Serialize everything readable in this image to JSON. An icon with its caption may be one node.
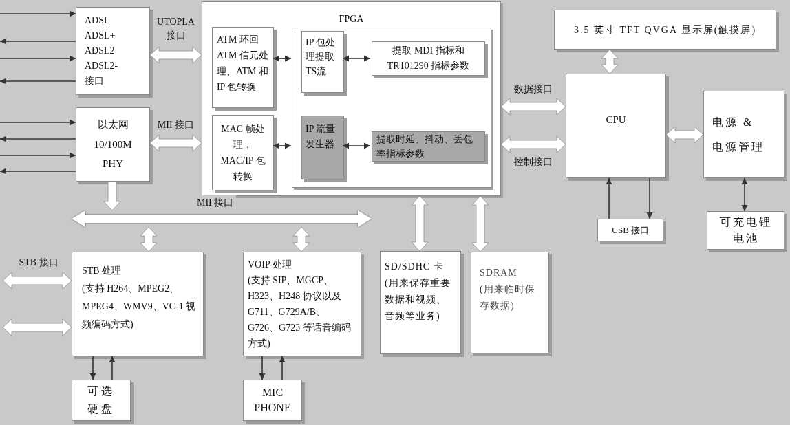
{
  "diagram": {
    "nodes": [
      {
        "text": [
          "ADSL",
          "ADSL+",
          "ADSL2",
          "ADSL2-",
          "接口"
        ]
      },
      {
        "text": [
          "以太网",
          "10/100M",
          "PHY"
        ]
      },
      {
        "text": [
          "FPGA"
        ]
      },
      {
        "text": [
          "ATM 环回ATM 信元处理、ATM 和 IP 包转换"
        ],
        "in": 2
      },
      {
        "text": [
          "MAC 帧处理，MAC/IP 包转换"
        ],
        "in": 2
      },
      {
        "text": [],
        "shape": "box",
        "in": 2
      },
      {
        "text": [
          "IP 包处理提取TS流"
        ],
        "in": 5
      },
      {
        "text": [
          "提取 MDI 指标和TR101290 指标参数"
        ],
        "in": 5
      },
      {
        "text": [
          "IP 流量发生器"
        ],
        "in": 5
      },
      {
        "text": [
          "提取时延、抖动、丢包率指标参数"
        ],
        "in": 5
      },
      {
        "text": [
          "3.5 英寸 TFT QVGA 显示屏(触摸屏)"
        ]
      },
      {
        "text": [
          "CPU"
        ]
      },
      {
        "text": [
          "电源 &",
          "电源管理"
        ]
      },
      {
        "text": [
          "USB 接口"
        ]
      },
      {
        "text": [
          "可充电锂电池"
        ]
      },
      {
        "text": [
          "STB 处理",
          "(支持 H264、MPEG2、MPEG4、WMV9、VC-1 视频编码方式)"
        ]
      },
      {
        "text": [
          "VOIP 处理",
          "(支持 SIP、MGCP、H323、H248 协议以及G711、G729A/B、G726、G723 等话音编码方式)"
        ]
      },
      {
        "text": [
          "SD/SDHC 卡(用来保存重要数据和视频、音频等业务)"
        ]
      },
      {
        "text": [
          "SDRAM",
          "(用来临时保存数据)"
        ]
      },
      {
        "text": [
          "可选硬盘"
        ]
      },
      {
        "text": [
          "MIC PHONE"
        ]
      },
      {
        "text": [],
        "shape": "bar",
        "beside": [
          "MII 接口"
        ]
      }
    ],
    "edges": [
      {
        "from": null,
        "to": 0,
        "arrow": "to"
      },
      {
        "from": 0,
        "to": null,
        "arrow": "to"
      },
      {
        "from": null,
        "to": 0,
        "arrow": "to"
      },
      {
        "from": 0,
        "to": null,
        "arrow": "to"
      },
      {
        "from": null,
        "to": 1,
        "arrow": "to"
      },
      {
        "from": 1,
        "to": null,
        "arrow": "to"
      },
      {
        "from": null,
        "to": 1,
        "arrow": "to"
      },
      {
        "from": 1,
        "to": null,
        "arrow": "to"
      },
      {
        "from": 0,
        "to": 2,
        "arrow": "both",
        "label": "UTOPLA 接口",
        "style": "thick",
        "color": "#ffffff"
      },
      {
        "from": 1,
        "to": 2,
        "arrow": "both",
        "label": "MII 接口",
        "style": "thick",
        "color": "#ffffff"
      },
      {
        "from": 3,
        "to": 5,
        "arrow": "both"
      },
      {
        "from": 4,
        "to": 5,
        "arrow": "both"
      },
      {
        "from": 6,
        "to": 7,
        "arrow": "both"
      },
      {
        "from": 8,
        "to": 9,
        "arrow": "both"
      },
      {
        "from": 1,
        "to": 21,
        "arrow": "to",
        "style": "thick",
        "color": "#ffffff"
      },
      {
        "from": 21,
        "to": 15,
        "arrow": "both",
        "style": "thick",
        "color": "#ffffff"
      },
      {
        "from": 21,
        "to": 16,
        "arrow": "both",
        "style": "thick",
        "color": "#ffffff"
      },
      {
        "from": null,
        "to": 15,
        "arrow": "both",
        "label": "STB 接口",
        "style": "thick",
        "color": "#ffffff"
      },
      {
        "from": null,
        "to": 15,
        "arrow": "both",
        "style": "thick",
        "color": "#ffffff"
      },
      {
        "from": 2,
        "to": 17,
        "arrow": "both",
        "style": "thick",
        "color": "#ffffff"
      },
      {
        "from": 2,
        "to": 18,
        "arrow": "both",
        "style": "thick",
        "color": "#ffffff"
      },
      {
        "from": 2,
        "to": 11,
        "arrow": "both",
        "label": "数据接口",
        "style": "thick",
        "color": "#ffffff"
      },
      {
        "from": 2,
        "to": 11,
        "arrow": "both",
        "label": "控制接口",
        "style": "thick",
        "color": "#ffffff"
      },
      {
        "from": 10,
        "to": 11,
        "arrow": "both",
        "style": "thick",
        "color": "#ffffff"
      },
      {
        "from": 11,
        "to": 12,
        "arrow": "both",
        "style": "thick",
        "color": "#ffffff"
      },
      {
        "from": 13,
        "to": 11,
        "arrow": "to"
      },
      {
        "from": 11,
        "to": 13,
        "arrow": "to"
      },
      {
        "from": 12,
        "to": 14,
        "arrow": "both"
      },
      {
        "from": 15,
        "to": 19,
        "arrow": "to"
      },
      {
        "from": 19,
        "to": 15,
        "arrow": "to"
      },
      {
        "from": 16,
        "to": 20,
        "arrow": "to"
      },
      {
        "from": 20,
        "to": 16,
        "arrow": "to"
      }
    ]
  }
}
